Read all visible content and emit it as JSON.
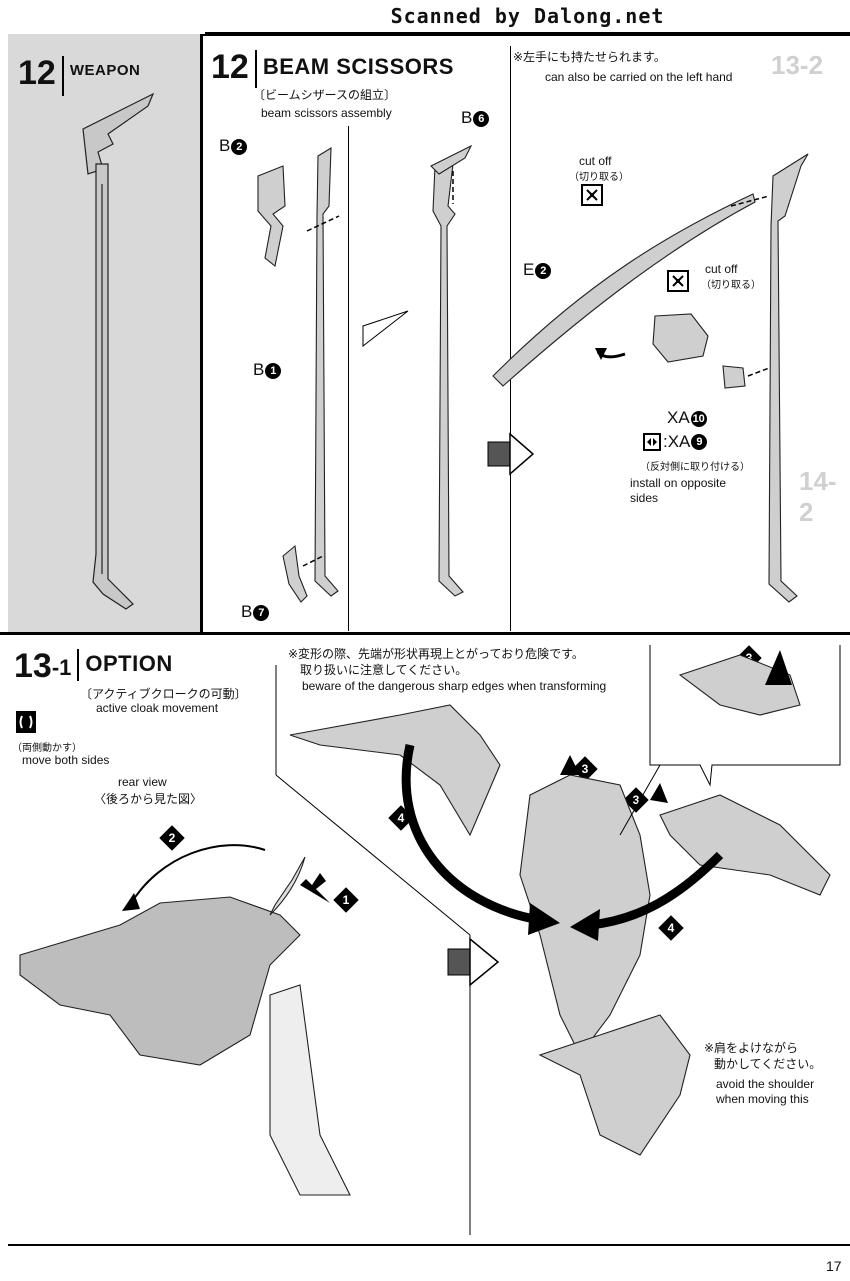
{
  "header": {
    "scan_credit": "Scanned by Dalong.net"
  },
  "step12_weapon": {
    "number": "12",
    "title": "WEAPON"
  },
  "step12_beam": {
    "number": "12",
    "title": "BEAM SCISSORS",
    "title_jp": "〔ビームシザースの組立〕",
    "title_en": "beam scissors assembly",
    "left_hand_note_jp": "※左手にも持たせられます。",
    "left_hand_note_en": "can also be carried on the left hand",
    "cut_off_1_en": "cut off",
    "cut_off_1_jp": "（切り取る）",
    "cut_off_2_en": "cut off",
    "cut_off_2_jp": "（切り取る）",
    "parts": {
      "b2": "B",
      "b2_num": "2",
      "b6": "B",
      "b6_num": "6",
      "b1": "B",
      "b1_num": "1",
      "b7": "B",
      "b7_num": "7",
      "e2": "E",
      "e2_num": "2",
      "xa10": "XA",
      "xa10_num": "10",
      "xa9": ":XA",
      "xa9_num": "9"
    },
    "opposite_jp": "（反対側に取り付ける）",
    "opposite_en": "install on opposite sides"
  },
  "step13_option": {
    "number": "13",
    "sub": "-1",
    "title": "OPTION",
    "title_jp": "〔アクティブクロークの可動〕",
    "title_en": "active cloak movement",
    "both_sides_jp": "（両側動かす）",
    "both_sides_en": "move both sides",
    "rear_view_en": "rear view",
    "rear_view_jp": "〈後ろから見た図〉",
    "warning_jp_1": "※変形の際、先端が形状再現上とがっており危険です。",
    "warning_jp_2": "取り扱いに注意してください。",
    "warning_en": "beware of the dangerous sharp edges when transforming",
    "shoulder_jp_1": "※肩をよけながら",
    "shoulder_jp_2": "動かしてください。",
    "shoulder_en": "avoid the shoulder when moving this",
    "step_markers": [
      "1",
      "2",
      "3",
      "3",
      "3",
      "4",
      "4"
    ]
  },
  "background_labels": {
    "side_13_2": "13-2",
    "side_14": "14-2"
  },
  "page_number": "17",
  "colors": {
    "panel_gray": "#d9d9d9",
    "ink": "#111111",
    "part_gray": "#9a9a9a"
  }
}
